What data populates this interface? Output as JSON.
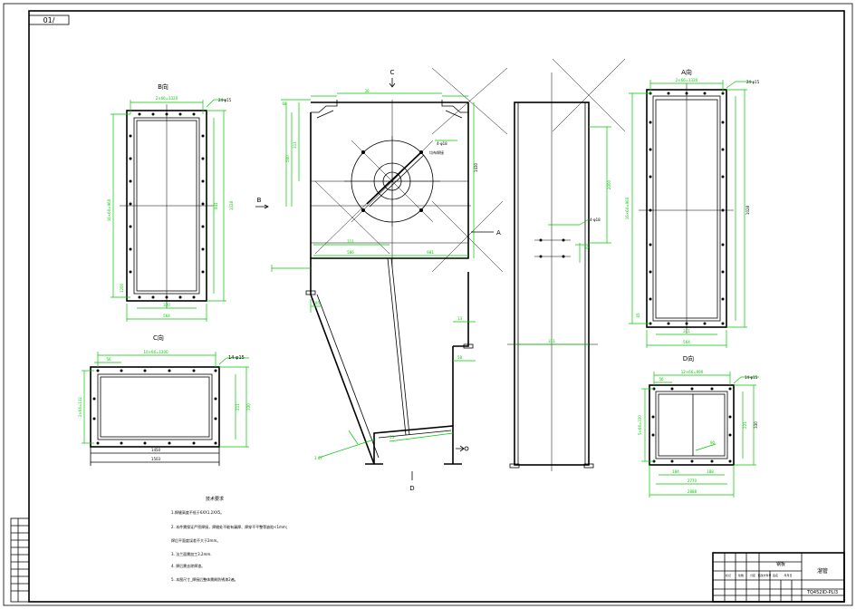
{
  "sheet_number": "01/",
  "views": {
    "b_view": {
      "title": "B向",
      "holes": "24-φ15",
      "top_dim": "2×66=1320",
      "left_dim": "16×60=960",
      "mid_dim": "841",
      "right_dim": "1028",
      "bot_dim1": "320",
      "bot_dim2": "564",
      "side_small": "1200"
    },
    "a_view": {
      "title": "A向",
      "holes": "24-φ15",
      "top_dim": "2×66=1320",
      "left_dim": "16×60=960",
      "right_dim": "1028",
      "bot_dim1": "311",
      "bot_dim2": "564",
      "left_small": "65"
    },
    "c_view": {
      "title": "C向",
      "holes": "14-φ15",
      "top_dim": "10×66=1300",
      "left_dim": "2×66=132",
      "right_dim1": "211",
      "right_dim2": "330",
      "left_small": "56",
      "bot_dim1": "1450",
      "bot_dim2": "1503"
    },
    "d_view": {
      "title": "D向",
      "holes": "14-φ15",
      "top_dim": "12×66=990",
      "left_dim": "5×66=330",
      "right_dim1": "221",
      "right_dim2": "330",
      "bot_dim1": "184",
      "bot_dim2": "188",
      "bot_dim3": "2770",
      "bot_dim4": "2888",
      "left_small": "56",
      "right_small": "90"
    }
  },
  "main_view": {
    "arrow_c": "C",
    "arrow_b": "B",
    "label_a": "A",
    "label_d": "D",
    "dim_top": "30",
    "dim_left": "68",
    "dim_height1": "311",
    "dim_height2": "500",
    "dim_r": "1430",
    "dim_bottom1": "311",
    "dim_bottom2": "586",
    "dim_width": "981",
    "callout": "4-φ18",
    "callout2": "均布焊接",
    "dim_side1": "13",
    "dim_side2": "58",
    "dim_angle": "3.67",
    "dim_left2": "95",
    "dim_base": "55"
  },
  "side_view": {
    "dim_h": "2000",
    "callout": "4-φ18",
    "dim_w": "311",
    "dim_a": "60"
  },
  "notes": {
    "title": "技术要求",
    "items": [
      "1.焊缝高度不低于6XX1.2XX5。",
      "2. 本件需保证严密焊接，焊缝处不能有漏焊、焊穿不平整等缺陷<1mm；",
      "焊后平面度误差不大于2mm。",
      "3. 法兰面需加工3.2mm.",
      "4. 焊后需去除焊渣。",
      "5. 本图尺寸_焊接后整体需刷防锈漆2遍。"
    ]
  },
  "title_block": {
    "drawing_no": "TQ452ID-PLI3",
    "material": "钢板",
    "name": "溜管",
    "cells": [
      "标记",
      "处数",
      "分区",
      "更改文件号",
      "签名",
      "年月日"
    ]
  }
}
